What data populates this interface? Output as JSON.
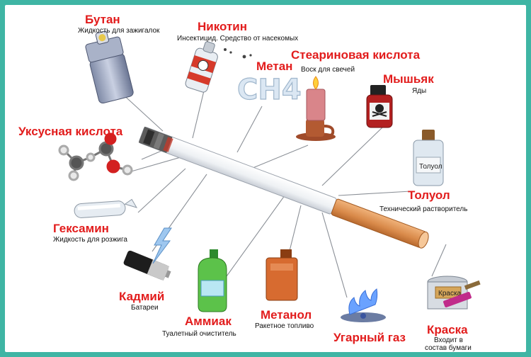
{
  "colors": {
    "frame": "#3fb5a4",
    "label": "#e21c1c",
    "filter": "#d98a4a",
    "paper": "#f3f5f7"
  },
  "items": {
    "butane": {
      "name": "Бутан",
      "desc": "Жидкость для зажигалок"
    },
    "nicotine": {
      "name": "Никотин",
      "desc": "Инсектицид. Средство от насекомых"
    },
    "methane": {
      "name": "Метан",
      "formula": "CH4"
    },
    "stearic": {
      "name": "Стеариновая кислота",
      "desc": "Воск для свечей"
    },
    "arsenic": {
      "name": "Мышьяк",
      "desc": "Яды"
    },
    "acetic": {
      "name": "Уксусная кислота"
    },
    "toluene": {
      "name": "Толуол",
      "desc": "Технический растворитель",
      "bottle_label": "Толуол"
    },
    "hexamine": {
      "name": "Гексамин",
      "desc": "Жидкость для розжига"
    },
    "cadmium": {
      "name": "Кадмий",
      "desc": "Батареи"
    },
    "ammonia": {
      "name": "Аммиак",
      "desc": "Туалетный очиститель"
    },
    "methanol": {
      "name": "Метанол",
      "desc": "Ракетное топливо"
    },
    "co": {
      "name": "Угарный газ"
    },
    "paint": {
      "name": "Краска",
      "desc_line1": "Входит в",
      "desc_line2": "состав бумаги",
      "can_label": "Краска"
    }
  }
}
